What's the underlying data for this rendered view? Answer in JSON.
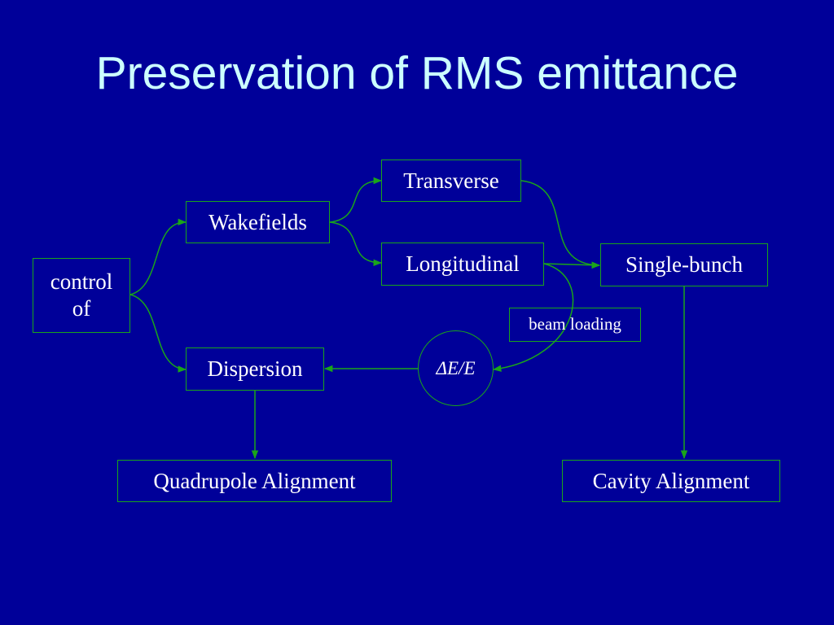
{
  "slide": {
    "title": "Preservation of RMS emittance"
  },
  "diagram": {
    "nodes": {
      "control": "control of",
      "wakefields": "Wakefields",
      "dispersion": "Dispersion",
      "transverse": "Transverse",
      "longitudinal": "Longitudinal",
      "single_bunch": "Single-bunch",
      "beam_loading": "beam loading",
      "delta_e": "ΔE/E",
      "quad_alignment": "Quadrupole Alignment",
      "cavity_alignment": "Cavity Alignment"
    },
    "edges": [
      [
        "control",
        "wakefields"
      ],
      [
        "control",
        "dispersion"
      ],
      [
        "wakefields",
        "transverse"
      ],
      [
        "wakefields",
        "longitudinal"
      ],
      [
        "transverse",
        "single_bunch"
      ],
      [
        "longitudinal",
        "single_bunch"
      ],
      [
        "longitudinal",
        "delta_e"
      ],
      [
        "delta_e",
        "dispersion"
      ],
      [
        "dispersion",
        "quad_alignment"
      ],
      [
        "single_bunch",
        "cavity_alignment"
      ]
    ],
    "colors": {
      "background": "#000099",
      "title": "#ccffff",
      "lines": "#1aa51a",
      "text": "#ffffff"
    }
  }
}
